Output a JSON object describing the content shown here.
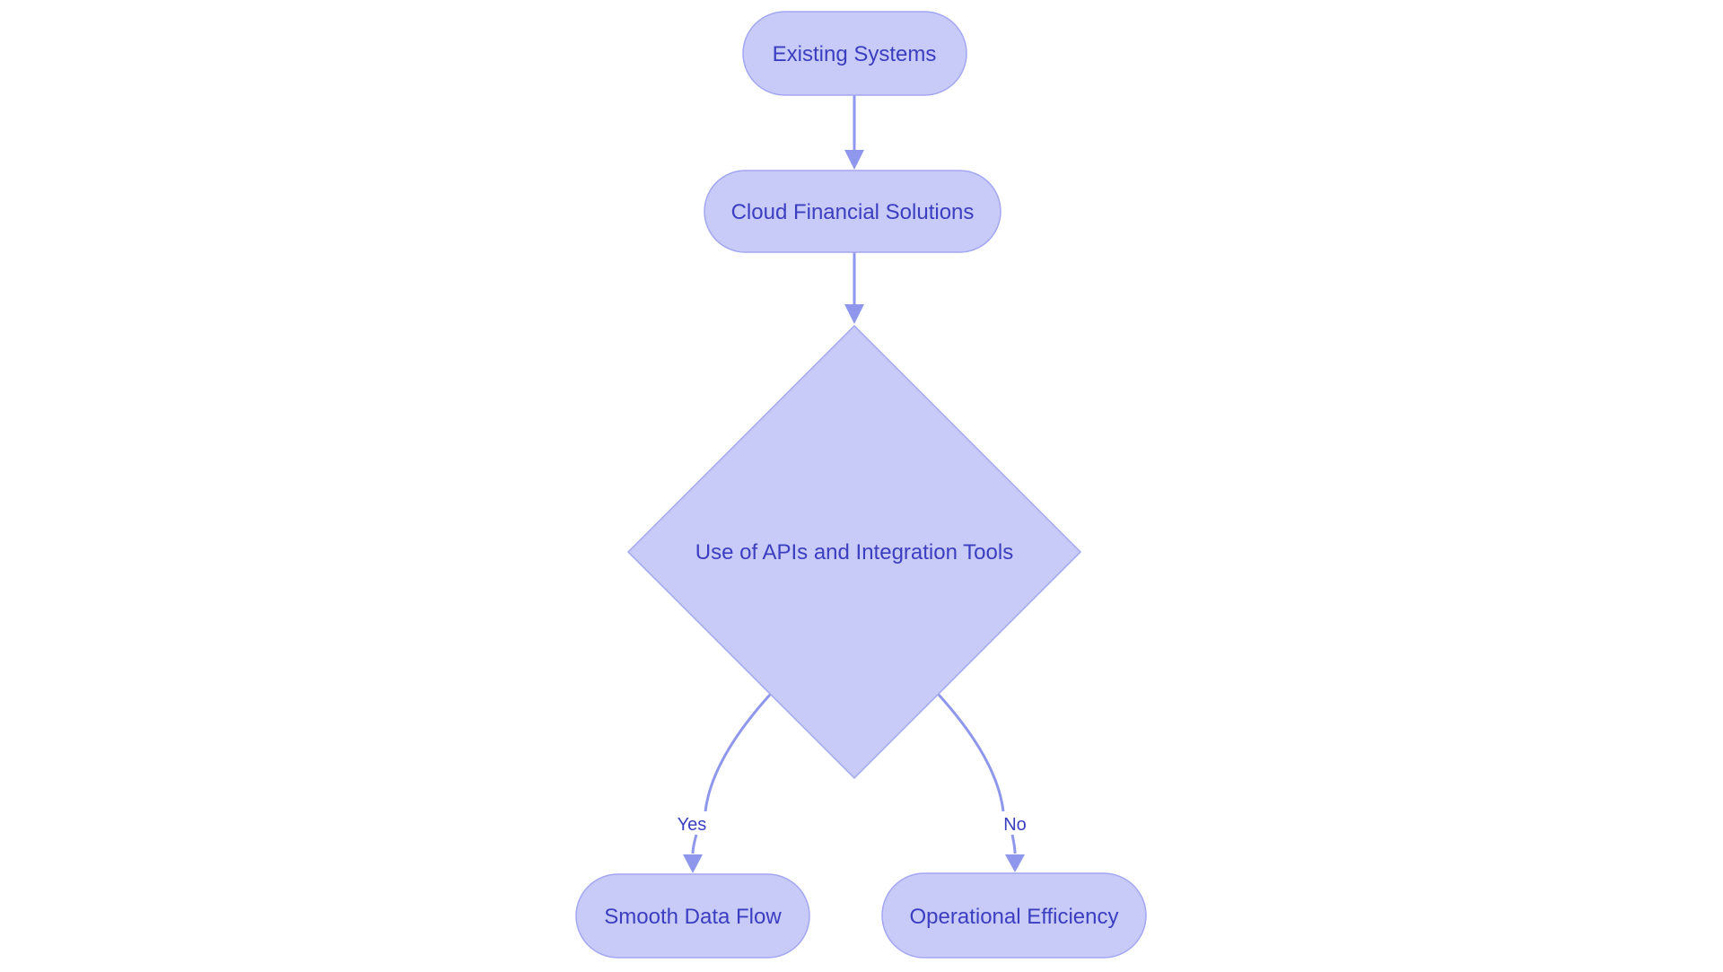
{
  "diagram": {
    "type": "flowchart",
    "background_color": "#ffffff",
    "colors": {
      "node_fill": "#c8caf8",
      "node_border": "#a2a7f1",
      "edge_stroke": "#8f97ed",
      "text": "#3b3ec0"
    },
    "nodes": [
      {
        "id": "existing-systems",
        "shape": "pill",
        "label": "Existing Systems"
      },
      {
        "id": "cloud-financial-solutions",
        "shape": "pill",
        "label": "Cloud Financial Solutions"
      },
      {
        "id": "api-integration-decision",
        "shape": "diamond",
        "label": "Use of APIs and Integration Tools"
      },
      {
        "id": "smooth-data-flow",
        "shape": "pill",
        "label": "Smooth Data Flow"
      },
      {
        "id": "operational-efficiency",
        "shape": "pill",
        "label": "Operational Efficiency"
      }
    ],
    "edges": [
      {
        "from": "existing-systems",
        "to": "cloud-financial-solutions",
        "label": ""
      },
      {
        "from": "cloud-financial-solutions",
        "to": "api-integration-decision",
        "label": ""
      },
      {
        "from": "api-integration-decision",
        "to": "smooth-data-flow",
        "label": "Yes"
      },
      {
        "from": "api-integration-decision",
        "to": "operational-efficiency",
        "label": "No"
      }
    ]
  }
}
